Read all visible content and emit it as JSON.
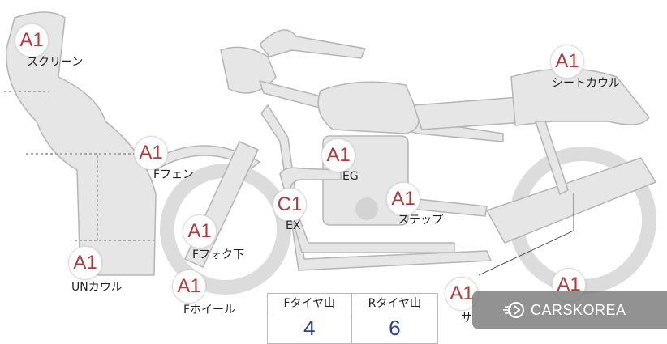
{
  "parts": [
    {
      "id": "screen",
      "grade": "A1",
      "label": "スクリーン"
    },
    {
      "id": "seat-cowl",
      "grade": "A1",
      "label": "シートカウル"
    },
    {
      "id": "f-fender",
      "grade": "A1",
      "label": "Fフェン"
    },
    {
      "id": "eg",
      "grade": "A1",
      "label": "EG"
    },
    {
      "id": "step",
      "grade": "A1",
      "label": "ステップ"
    },
    {
      "id": "ex",
      "grade": "C1",
      "label": "EX"
    },
    {
      "id": "f-fork-lower",
      "grade": "A1",
      "label": "Fフォク下"
    },
    {
      "id": "un-cowl",
      "grade": "A1",
      "label": "UNカウル"
    },
    {
      "id": "f-wheel",
      "grade": "A1",
      "label": "Fホイール"
    },
    {
      "id": "side-partial",
      "grade": "A1",
      "label": "サ"
    },
    {
      "id": "r-unlabeled",
      "grade": "A1",
      "label": ""
    }
  ],
  "tire_table": {
    "headers": [
      "Fタイヤ山",
      "Rタイヤ山"
    ],
    "values": [
      "4",
      "6"
    ]
  },
  "watermark": {
    "text": "CARSKOREA",
    "icon": "carskorea-logo-icon"
  },
  "colors": {
    "grade_text": "#b33a3a",
    "value_text": "#2e3f8f",
    "bike_fill": "#e6e6e6",
    "bike_stroke": "#b5b5b5"
  }
}
